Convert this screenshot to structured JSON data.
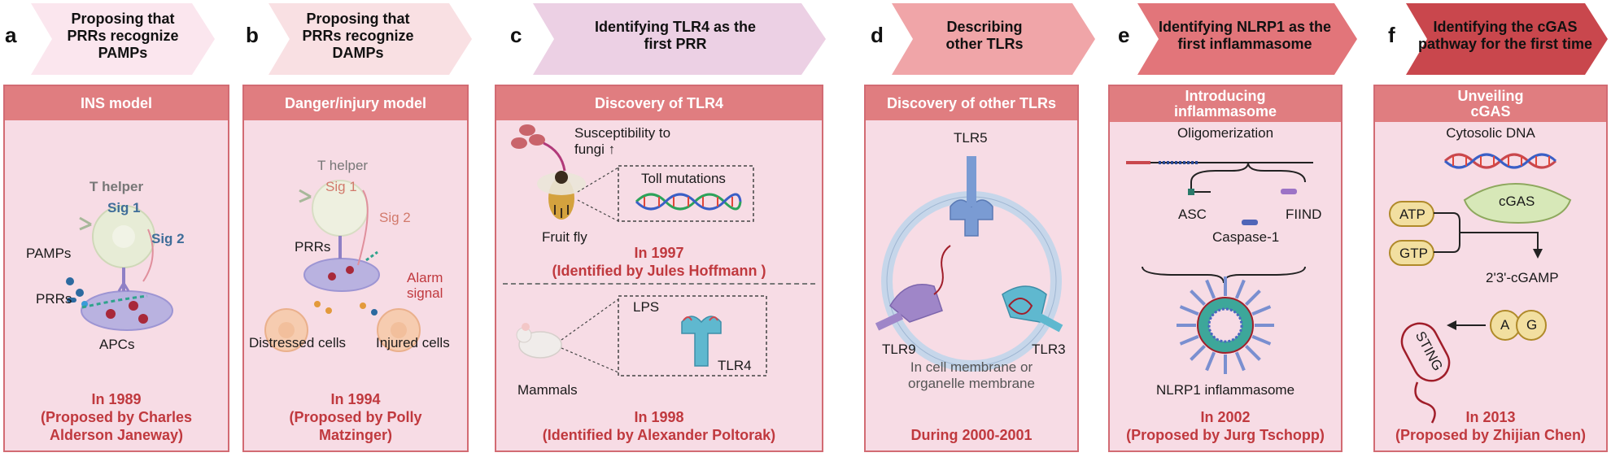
{
  "panels": [
    {
      "letter": "a",
      "banner": "Proposing that\nPRRs recognize\nPAMPs",
      "header": "INS model",
      "labels": {
        "t_helper": "T helper",
        "sig1": "Sig 1",
        "sig2": "Sig 2",
        "pamps": "PAMPs",
        "prrs": "PRRs",
        "apcs": "APCs"
      },
      "footer": "In 1989\n(Proposed by Charles\nAlderson  Janeway)"
    },
    {
      "letter": "b",
      "banner": "Proposing that\nPRRs recognize\nDAMPs",
      "header": "Danger/injury model",
      "labels": {
        "t_helper": "T helper",
        "sig1": "Sig 1",
        "sig2": "Sig 2",
        "prrs": "PRRs",
        "alarm": "Alarm\nsignal",
        "distressed": "Distressed cells",
        "injured": "Injured cells"
      },
      "footer": "In 1994\n(Proposed by Polly\nMatzinger)"
    },
    {
      "letter": "c",
      "banner": "Identifying TLR4 as the\nfirst PRR",
      "header": "Discovery of TLR4",
      "labels": {
        "susceptibility": "Susceptibility to\nfungi ↑",
        "toll": "Toll mutations",
        "fly": "Fruit fly",
        "lps": "LPS",
        "tlr4": "TLR4",
        "mammals": "Mammals"
      },
      "year_fly": "In 1997\n(Identified by Jules Hoffmann )",
      "footer": "In 1998\n(Identified by Alexander Poltorak)"
    },
    {
      "letter": "d",
      "banner": "Describing\nother TLRs",
      "header": "Discovery of other TLRs",
      "labels": {
        "tlr5": "TLR5",
        "tlr9": "TLR9",
        "tlr3": "TLR3",
        "membrane": "In cell membrane or\norganelle membrane"
      },
      "footer": "During 2000-2001"
    },
    {
      "letter": "e",
      "banner": "Identifying NLRP1 as the\nfirst inflammasome",
      "header": "Introducing\ninflammasome",
      "labels": {
        "oligo": "Oligomerization",
        "asc": "ASC",
        "fiind": "FIIND",
        "caspase": "Caspase-1",
        "nlrp1": "NLRP1 inflammasome"
      },
      "footer": "In 2002\n(Proposed by Jurg Tschopp)"
    },
    {
      "letter": "f",
      "banner": "Identifying the cGAS\npathway for the first time",
      "header": "Unveiling\ncGAS",
      "labels": {
        "dna": "Cytosolic DNA",
        "atp": "ATP",
        "gtp": "GTP",
        "cgas": "cGAS",
        "cgamp": "2'3'-cGAMP",
        "a": "A",
        "g": "G",
        "sting": "STING"
      },
      "footer": "In 2013\n(Proposed by Zhijian Chen)"
    }
  ],
  "colors": {
    "banner_a": "#fbe6ee",
    "banner_b": "#f9e0e3",
    "banner_c": "#ecd0e4",
    "banner_d": "#f0a5a8",
    "banner_e": "#e2757a",
    "banner_f": "#c9474d",
    "header": "#e07d80",
    "panel": "#f7dce5",
    "footer_text": "#c0393e"
  }
}
